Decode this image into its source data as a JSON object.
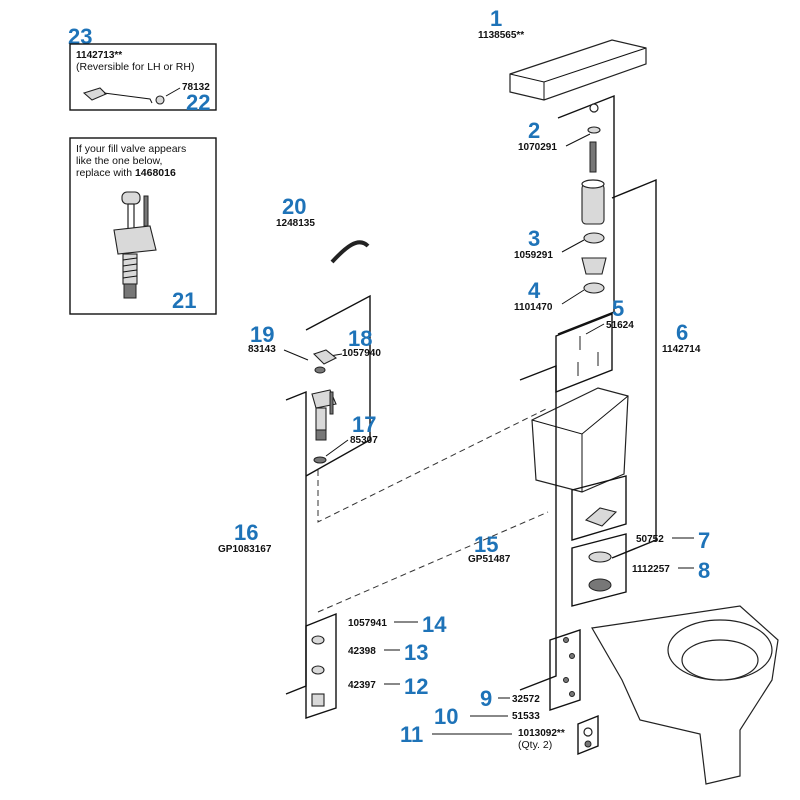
{
  "callouts": {
    "c1": {
      "num": "1",
      "part": "1138565**"
    },
    "c2": {
      "num": "2",
      "part": "1070291"
    },
    "c3": {
      "num": "3",
      "part": "1059291"
    },
    "c4": {
      "num": "4",
      "part": "1101470"
    },
    "c5": {
      "num": "5",
      "part": "51624"
    },
    "c6": {
      "num": "6",
      "part": "1142714"
    },
    "c7": {
      "num": "7",
      "part": "50752"
    },
    "c8": {
      "num": "8",
      "part": "1112257"
    },
    "c9": {
      "num": "9",
      "part": "32572"
    },
    "c10": {
      "num": "10",
      "part": "51533"
    },
    "c11": {
      "num": "11",
      "part": "1013092**",
      "qty": "(Qty. 2)"
    },
    "c12": {
      "num": "12",
      "part": "42397"
    },
    "c13": {
      "num": "13",
      "part": "42398"
    },
    "c14": {
      "num": "14",
      "part": "1057941"
    },
    "c15": {
      "num": "15",
      "part": "GP51487"
    },
    "c16": {
      "num": "16",
      "part": "GP1083167"
    },
    "c17": {
      "num": "17",
      "part": "85307"
    },
    "c18": {
      "num": "18",
      "part": "1057940"
    },
    "c19": {
      "num": "19",
      "part": "83143"
    },
    "c20": {
      "num": "20",
      "part": "1248135"
    },
    "c21": {
      "num": "21"
    },
    "c22": {
      "num": "22",
      "part": "78132"
    },
    "c23": {
      "num": "23",
      "part": "1142713**"
    }
  },
  "inset_lever": {
    "note": "(Reversible for LH or RH)"
  },
  "inset_fill_valve": {
    "line1": "If your fill valve appears",
    "line2": "like the one below,",
    "line3_prefix": "replace with ",
    "line3_part": "1468016"
  },
  "colors": {
    "callout_blue": "#1e73b8",
    "line": "#111111",
    "part_fill": "#d9d9d9"
  }
}
